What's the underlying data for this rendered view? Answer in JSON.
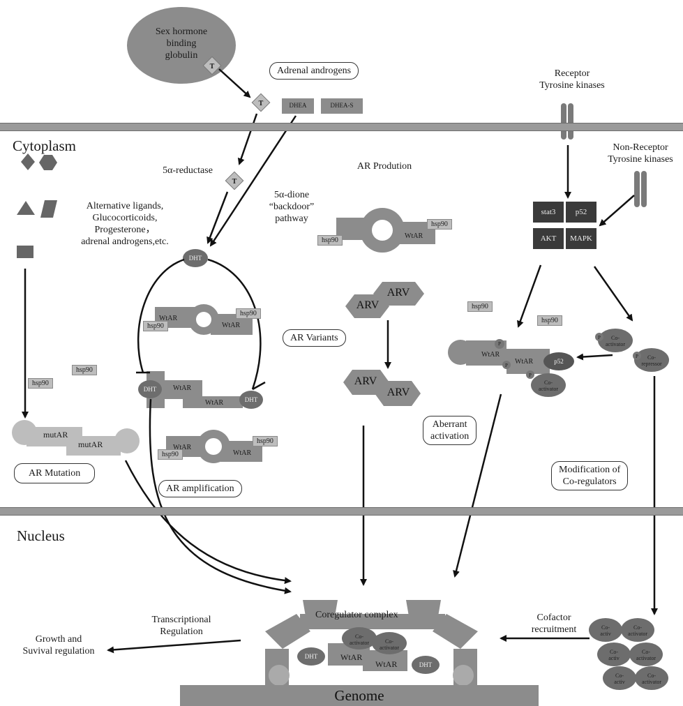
{
  "compartments": {
    "cytoplasm": "Cytoplasm",
    "nucleus": "Nucleus"
  },
  "shbg": "Sex hormone\nbinding\nglobulin",
  "testosterone": "T",
  "adrenal_androgens": "Adrenal androgens",
  "dhea": "DHEA",
  "dhea_s": "DHEA-S",
  "receptor_tk": "Receptor\nTyrosine kinases",
  "non_receptor_tk": "Non-Receptor\nTyrosine kinases",
  "reductase": "5α-reductase",
  "backdoor": "5α-dione\n“backdoor”\npathway",
  "ar_production": "AR Prodution",
  "alt_ligands": "Alternative ligands,\nGlucocorticoids,\nProgesterone，\nadrenal androgens,etc.",
  "kinases": [
    "stat3",
    "p52",
    "AKT",
    "MAPK"
  ],
  "dht": "DHT",
  "wtar": "WtAR",
  "mutar": "mutAR",
  "hsp90": "hsp90",
  "arv": "ARV",
  "p_label": "P",
  "p52": "p52",
  "co_activator": "Co-\nactivator",
  "co_repressor": "Co-\nrepressor",
  "co_activ_short": "Co-\nactiv",
  "boxes": {
    "ar_variants": "AR Variants",
    "ar_mutation": "AR Mutation",
    "ar_amplification": "AR amplification",
    "aberrant_activation": "Aberrant\nactivation",
    "modification_coregulators": "Modification of\nCo-regulators"
  },
  "coregulator_complex": "Coregulator complex",
  "cofactor_recruitment": "Cofactor\nrecruitment",
  "transcriptional_regulation": "Transcriptional\nRegulation",
  "growth": "Growth and\nSuvival regulation",
  "genome": "Genome"
}
